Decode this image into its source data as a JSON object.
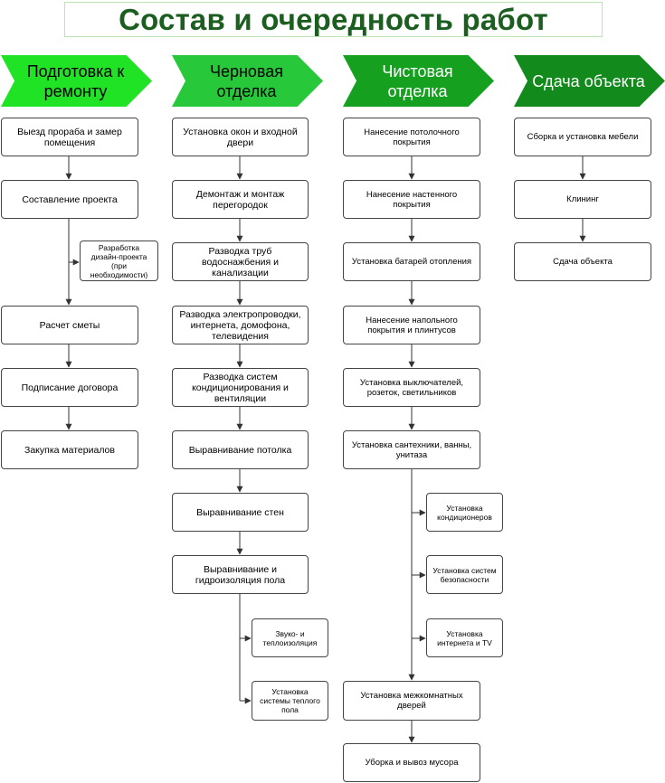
{
  "title": "Состав и очередность работ",
  "colors": {
    "title": "#1b5e20",
    "stage_1": "#21e326",
    "stage_2": "#27c93a",
    "stage_3": "#15a11f",
    "stage_4": "#128a1c",
    "line": "#333333"
  },
  "stages": [
    {
      "label": "Подготовка к ремонту",
      "steps": [
        "Выезд прораба и замер помещения",
        "Составление проекта",
        "Разработка дизайн-проекта (при необходимости)",
        "Расчет сметы",
        "Подписание договора",
        "Закупка материалов"
      ]
    },
    {
      "label": "Черновая отделка",
      "steps": [
        "Установка окон и входной двери",
        "Демонтаж и монтаж перегородок",
        "Разводка труб водоснажбения и канализации",
        "Разводка электропроводки, интернета, домофона, телевидения",
        "Разводка систем кондиционирования и вентиляции",
        "Выравнивание потолка",
        "Выравнивание стен",
        "Выравнивание и гидроизоляция пола",
        "Звуко- и теплоизоляция",
        "Установка системы теплого пола"
      ]
    },
    {
      "label": "Чистовая отделка",
      "steps": [
        "Нанесение потолочного покрытия",
        "Нанесение настенного покрытия",
        "Установка батарей отопления",
        "Нанесение напольного покрытия и плинтусов",
        "Установка выключателей, розеток, светильников",
        "Установка сантехники, ванны, унитаза",
        "Установка кондиционеров",
        "Установка систем безопасности",
        "Установка интернета и TV",
        "Установка межкомнатных дверей",
        "Уборка и вывоз мусора"
      ]
    },
    {
      "label": "Сдача объекта",
      "steps": [
        "Сборка и установка мебели",
        "Клининг",
        "Сдача объекта"
      ]
    }
  ]
}
